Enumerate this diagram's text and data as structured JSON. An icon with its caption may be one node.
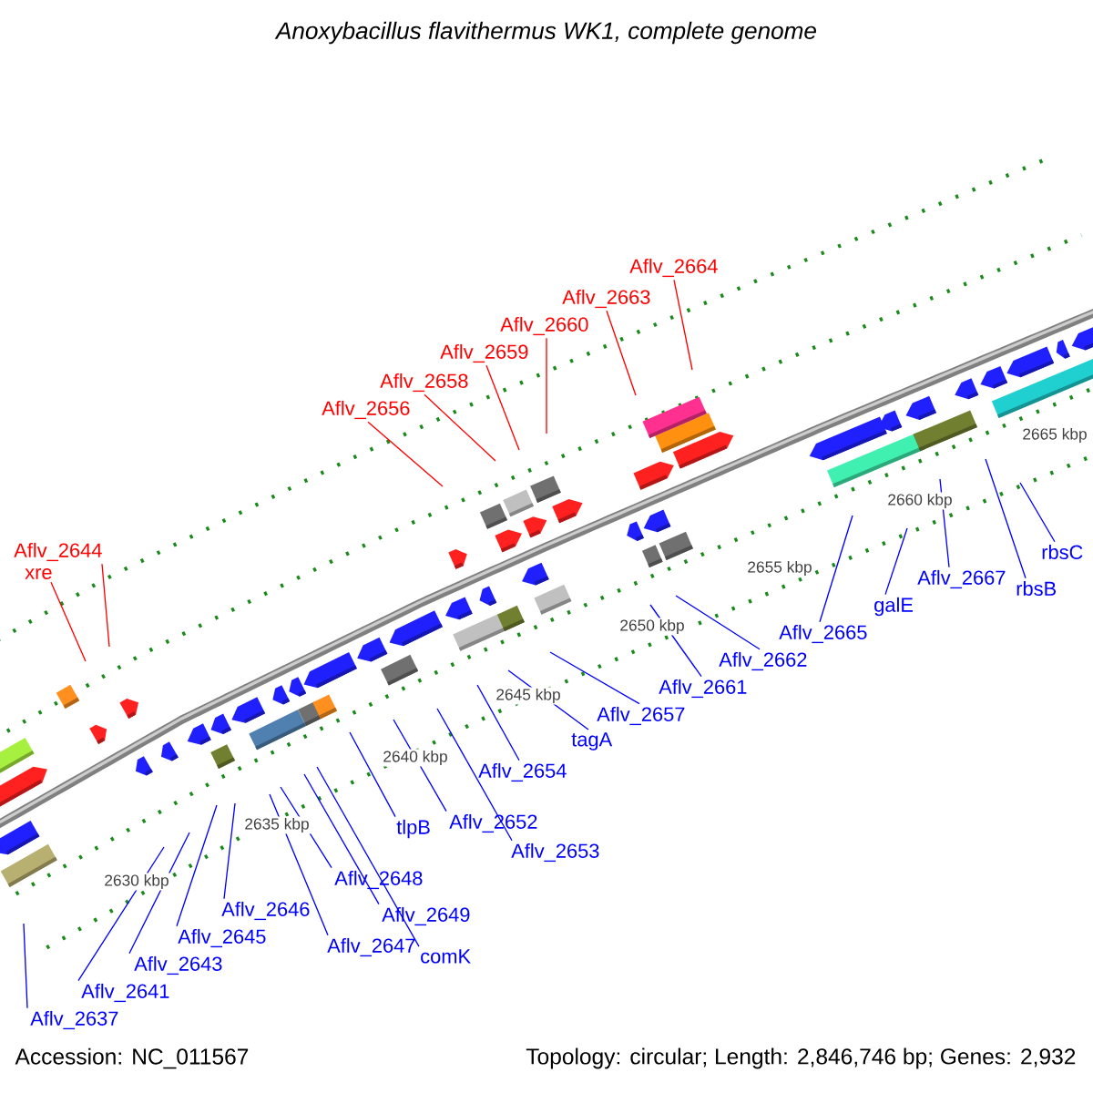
{
  "diagram": {
    "title": "Anoxybacillus flavithermus WK1, complete genome",
    "nodes": [
      {
        "text": [
          "Aflv_2664"
        ]
      },
      {
        "text": [
          "Aflv_2663"
        ]
      },
      {
        "text": [
          "Aflv_2660"
        ]
      },
      {
        "text": [
          "Aflv_2659"
        ]
      },
      {
        "text": [
          "Aflv_2658"
        ]
      },
      {
        "text": [
          "Aflv_2656"
        ]
      },
      {
        "text": [
          "rbsC"
        ]
      },
      {
        "text": [
          "Aflv_2644"
        ]
      },
      {
        "text": [
          "rbsB"
        ]
      },
      {
        "text": [
          "xre"
        ]
      },
      {
        "text": [
          "Aflv_2667"
        ]
      },
      {
        "text": [
          "galE"
        ]
      },
      {
        "text": [
          "Aflv_2665"
        ]
      },
      {
        "text": [
          "Aflv_2662"
        ]
      },
      {
        "text": [
          "Aflv_2661"
        ]
      },
      {
        "text": [
          "Aflv_2657"
        ]
      },
      {
        "text": [
          "tagA"
        ]
      },
      {
        "text": [
          "Aflv_2654"
        ]
      },
      {
        "text": [
          "tlpB"
        ]
      },
      {
        "text": [
          "Aflv_2652"
        ]
      },
      {
        "text": [
          "Aflv_2653"
        ]
      },
      {
        "text": [
          "Aflv_2648"
        ]
      },
      {
        "text": [
          "Aflv_2646"
        ]
      },
      {
        "text": [
          "Aflv_2649"
        ]
      },
      {
        "text": [
          "Aflv_2645"
        ]
      },
      {
        "text": [
          "Aflv_2647"
        ]
      },
      {
        "text": [
          "comK"
        ]
      },
      {
        "text": [
          "Aflv_2643"
        ]
      },
      {
        "text": [
          "Aflv_2641"
        ]
      },
      {
        "text": [
          "Aflv_2637"
        ]
      }
    ],
    "edges": [
      {
        "from": 0,
        "to": null,
        "arrow": "none",
        "color": "#ff0000"
      },
      {
        "from": 1,
        "to": null,
        "arrow": "none",
        "color": "#ff0000"
      },
      {
        "from": 2,
        "to": null,
        "arrow": "none",
        "color": "#ff0000"
      },
      {
        "from": 3,
        "to": null,
        "arrow": "none",
        "color": "#ff0000"
      },
      {
        "from": 4,
        "to": null,
        "arrow": "none",
        "color": "#ff0000"
      },
      {
        "from": 5,
        "to": null,
        "arrow": "none",
        "color": "#ff0000"
      },
      {
        "from": 6,
        "to": null,
        "arrow": "none"
      },
      {
        "from": 7,
        "to": null,
        "arrow": "none",
        "color": "#ff0000"
      },
      {
        "from": 8,
        "to": null,
        "arrow": "none"
      },
      {
        "from": 9,
        "to": null,
        "arrow": "none",
        "color": "#ff0000"
      },
      {
        "from": 10,
        "to": null,
        "arrow": "none"
      },
      {
        "from": 11,
        "to": null,
        "arrow": "none"
      },
      {
        "from": 12,
        "to": null,
        "arrow": "none"
      },
      {
        "from": 13,
        "to": null,
        "arrow": "none"
      },
      {
        "from": 14,
        "to": null,
        "arrow": "none"
      },
      {
        "from": 15,
        "to": null,
        "arrow": "none"
      },
      {
        "from": 16,
        "to": null,
        "arrow": "none"
      },
      {
        "from": 17,
        "to": null,
        "arrow": "none"
      },
      {
        "from": 18,
        "to": null,
        "arrow": "none"
      },
      {
        "from": 19,
        "to": null,
        "arrow": "none"
      },
      {
        "from": 20,
        "to": null,
        "arrow": "none"
      },
      {
        "from": 21,
        "to": null,
        "arrow": "none"
      },
      {
        "from": 22,
        "to": null,
        "arrow": "none"
      },
      {
        "from": 23,
        "to": null,
        "arrow": "none"
      },
      {
        "from": 24,
        "to": null,
        "arrow": "none"
      },
      {
        "from": 25,
        "to": null,
        "arrow": "none"
      },
      {
        "from": 26,
        "to": null,
        "arrow": "none"
      },
      {
        "from": 27,
        "to": null,
        "arrow": "none"
      },
      {
        "from": 28,
        "to": null,
        "arrow": "none"
      },
      {
        "from": 29,
        "to": null,
        "arrow": "none"
      }
    ],
    "labels": [
      "2665 kbp",
      "2660 kbp",
      "2655 kbp",
      "2650 kbp",
      "2645 kbp",
      "2640 kbp",
      "2635 kbp",
      "2630 kbp",
      "Accession: NC_011567",
      "Topology: circular; Length: 2,846,746 bp; Genes: 2,932"
    ]
  }
}
